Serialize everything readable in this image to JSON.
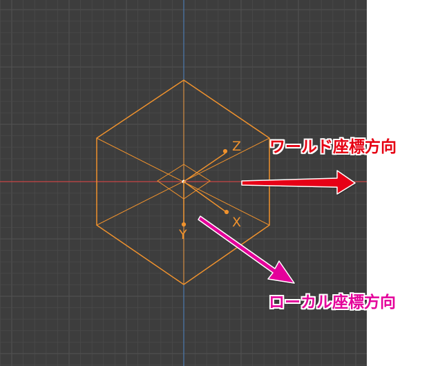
{
  "viewport": {
    "background": "#3d3d3d",
    "grid_color": "#4a4a4a",
    "grid_major_color": "#525252",
    "world_x_axis_color": "#c84646",
    "world_y_axis_color": "#4b7ab0",
    "object_color": "#f0922d",
    "gizmo": {
      "z_label": "Z",
      "x_label": "X",
      "y_label": "Y"
    }
  },
  "annotations": {
    "world": {
      "label": "ワールド座標方向",
      "color": "#e60012"
    },
    "local": {
      "label": "ローカル座標方向",
      "color": "#e4009a"
    }
  }
}
